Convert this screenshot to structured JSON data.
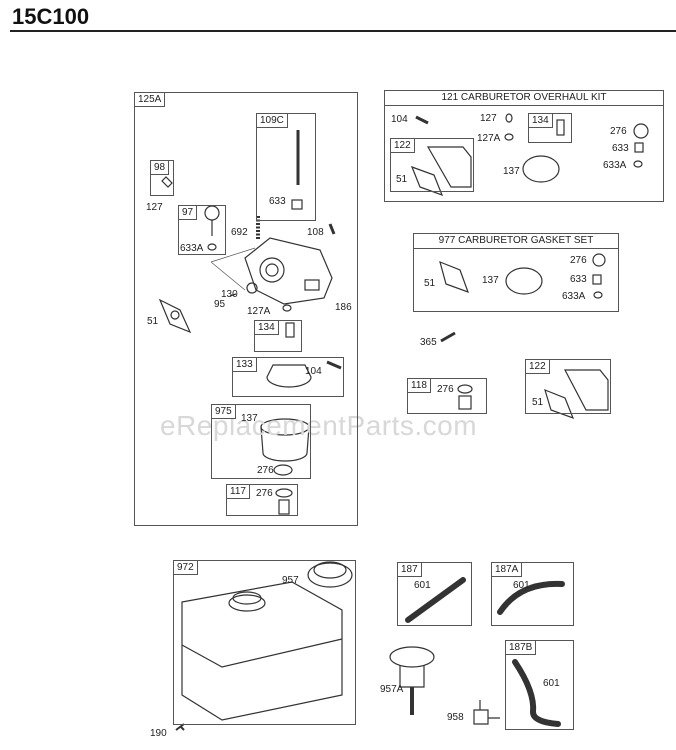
{
  "page": {
    "title": "15C100",
    "watermark": "eReplacementParts.com"
  },
  "groups": {
    "g125A": "125A",
    "g109C": "109C",
    "g98": "98",
    "g97": "97",
    "g134a": "134",
    "g133": "133",
    "g975": "975",
    "g117": "117",
    "g121": "121 CARBURETOR OVERHAUL KIT",
    "g122a": "122",
    "g134b": "134",
    "g977": "977 CARBURETOR GASKET SET",
    "g118": "118",
    "g122b": "122",
    "g972": "972",
    "g187": "187",
    "g187A": "187A",
    "g187B": "187B"
  },
  "labels": {
    "l127a": "127",
    "l633a": "633",
    "l692": "692",
    "l108": "108",
    "l633Aa": "633A",
    "l130": "130",
    "l95": "95",
    "l127Aa": "127A",
    "l186": "186",
    "l51a": "51",
    "l104a": "104",
    "l137a": "137",
    "l276a": "276",
    "l276b": "276",
    "l104b": "104",
    "l127b": "127",
    "l127Ab": "127A",
    "l276c": "276",
    "l633b": "633",
    "l633Ab": "633A",
    "l51b": "51",
    "l137b": "137",
    "l51c": "51",
    "l137c": "137",
    "l276d": "276",
    "l633c": "633",
    "l633Ac": "633A",
    "l365": "365",
    "l276e": "276",
    "l51d": "51",
    "l957": "957",
    "l190": "190",
    "l601a": "601",
    "l601b": "601",
    "l601c": "601",
    "l957A": "957A",
    "l958": "958"
  }
}
